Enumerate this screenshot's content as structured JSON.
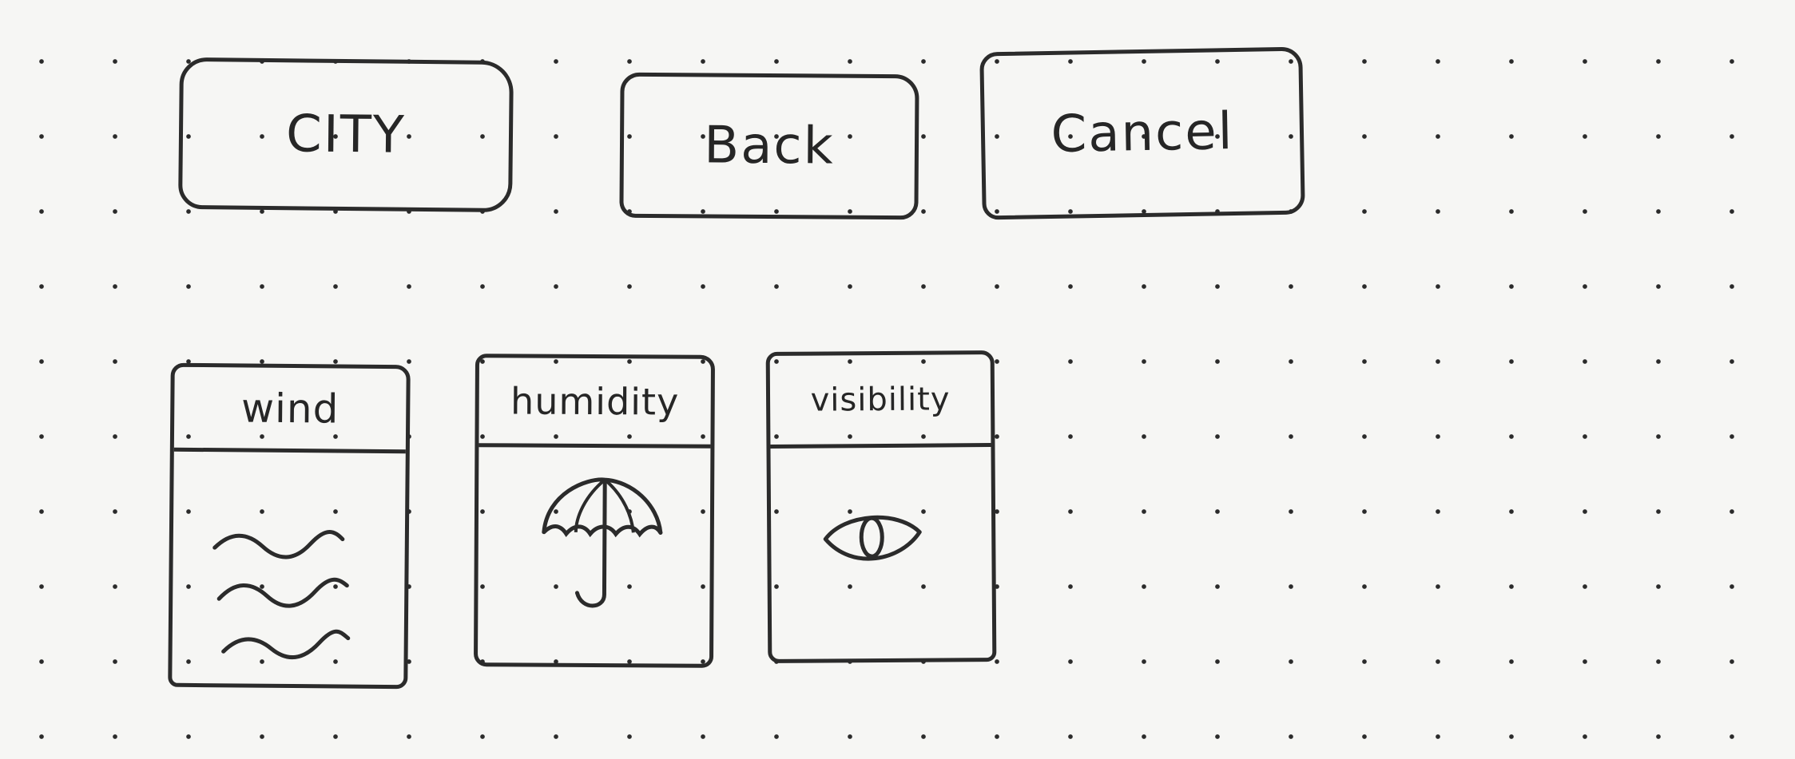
{
  "buttons": {
    "city_label": "CITY",
    "back_label": "Back",
    "cancel_label": "Cancel"
  },
  "cards": {
    "wind": {
      "title": "wind",
      "icon": "wind-waves-icon"
    },
    "humidity": {
      "title": "humidity",
      "icon": "umbrella-icon"
    },
    "visibility": {
      "title": "visibility",
      "icon": "eye-icon"
    }
  },
  "colors": {
    "ink": "#2b2b2b",
    "paper": "#f6f6f4"
  }
}
